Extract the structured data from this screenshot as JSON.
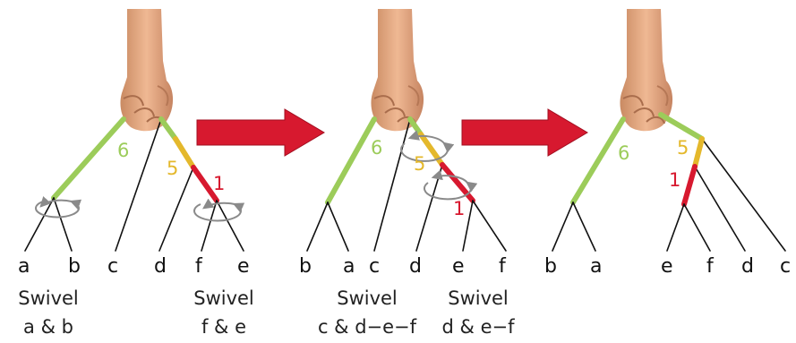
{
  "colors": {
    "branch_6": "#9ccc5a",
    "branch_5": "#e4b82c",
    "branch_1": "#d7192f",
    "line": "#111111",
    "swivel": "#8a8a8a",
    "arrow": "#d7192f",
    "skin": "#e4a67c"
  },
  "icons": [
    "hand-icon",
    "rotate-arrow-icon",
    "right-arrow-icon"
  ],
  "panels": [
    {
      "leaves": [
        "a",
        "b",
        "c",
        "d",
        "f",
        "e"
      ],
      "branch_numbers": [
        "6",
        "5",
        "1"
      ],
      "captions": [
        {
          "line1": "Swivel",
          "line2": "a & b"
        },
        {
          "line1": "Swivel",
          "line2": "f & e"
        }
      ]
    },
    {
      "leaves": [
        "b",
        "a",
        "c",
        "d",
        "e",
        "f"
      ],
      "branch_numbers": [
        "6",
        "5",
        "1"
      ],
      "captions": [
        {
          "line1": "Swivel",
          "line2": "c & d−e−f"
        },
        {
          "line1": "Swivel",
          "line2": "d & e−f"
        }
      ]
    },
    {
      "leaves": [
        "b",
        "a",
        "e",
        "f",
        "d",
        "c"
      ],
      "branch_numbers": [
        "6",
        "5",
        "1"
      ],
      "captions": []
    }
  ]
}
